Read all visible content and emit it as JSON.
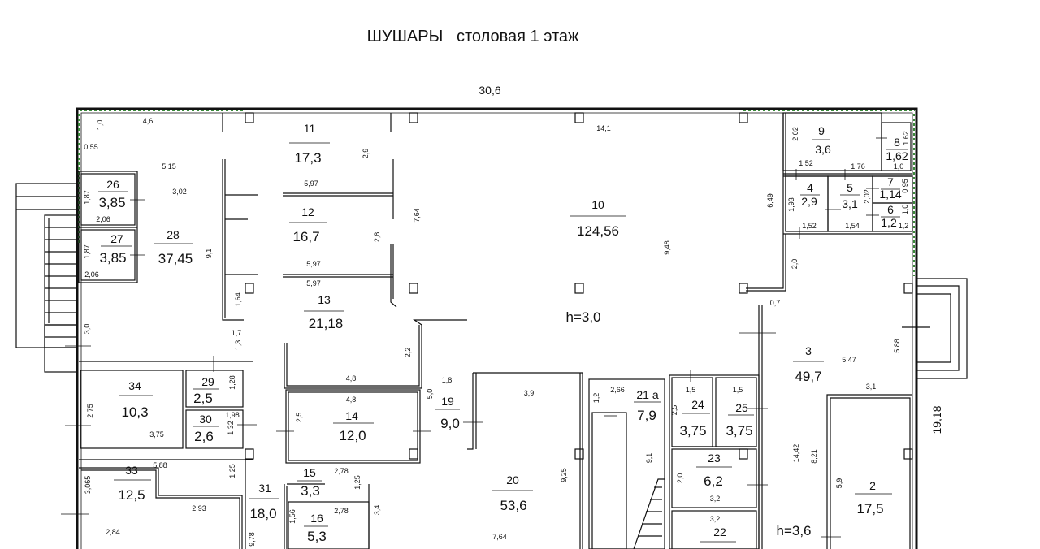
{
  "title": "ШУШАРЫ   столовая 1 этаж",
  "overall_width": "30,6",
  "overall_height": "19,18",
  "ceiling": [
    "h=3,0",
    "h=3,6"
  ],
  "rooms": [
    {
      "no": "11",
      "area": "17,3"
    },
    {
      "no": "12",
      "area": "16,7"
    },
    {
      "no": "13",
      "area": "21,18"
    },
    {
      "no": "10",
      "area": "124,56"
    },
    {
      "no": "9",
      "area": "3,6"
    },
    {
      "no": "8",
      "area": "1,62"
    },
    {
      "no": "4",
      "area": "2,9"
    },
    {
      "no": "5",
      "area": "3,1"
    },
    {
      "no": "7",
      "area": "1,14"
    },
    {
      "no": "6",
      "area": "1,2"
    },
    {
      "no": "26",
      "area": "3,85"
    },
    {
      "no": "27",
      "area": "3,85"
    },
    {
      "no": "28",
      "area": "37,45"
    },
    {
      "no": "3",
      "area": "49,7"
    },
    {
      "no": "34",
      "area": "10,3"
    },
    {
      "no": "29",
      "area": "2,5"
    },
    {
      "no": "30",
      "area": "2,6"
    },
    {
      "no": "14",
      "area": "12,0"
    },
    {
      "no": "19",
      "area": "9,0"
    },
    {
      "no": "21 а",
      "area": "7,9"
    },
    {
      "no": "24",
      "area": "3,75"
    },
    {
      "no": "25",
      "area": "3,75"
    },
    {
      "no": "23",
      "area": "6,2"
    },
    {
      "no": "2",
      "area": "17,5"
    },
    {
      "no": "20",
      "area": "53,6"
    },
    {
      "no": "33",
      "area": "12,5"
    },
    {
      "no": "31",
      "area": "18,0"
    },
    {
      "no": "15",
      "area": "3,3"
    },
    {
      "no": "16",
      "area": "5,3"
    },
    {
      "no": "22",
      "area": ""
    }
  ],
  "dims": [
    "4,6",
    "1,0",
    "0,55",
    "5,15",
    "3,02",
    "1,87",
    "2,06",
    "1,87",
    "2,06",
    "9,1",
    "2,9",
    "5,97",
    "7,64",
    "5,97",
    "5,97",
    "2,8",
    "1,64",
    "1,7",
    "1,3",
    "3,0",
    "14,1",
    "2,02",
    "1,62",
    "1,0",
    "1,52",
    "1,76",
    "0,95",
    "1,93",
    "1,52",
    "1,54",
    "2,02",
    "1,0",
    "1,2",
    "6,49",
    "9,48",
    "2,0",
    "0,7",
    "5,47",
    "5,88",
    "3,1",
    "2,2",
    "1,8",
    "4,8",
    "4,8",
    "5,0",
    "2,5",
    "1,28",
    "1,98",
    "1,32",
    "2,75",
    "3,75",
    "5,88",
    "3,065",
    "1,25",
    "2,84",
    "2,93",
    "2,78",
    "1,25",
    "1,56",
    "2,78",
    "3,4",
    "9,78",
    "3,9",
    "9,25",
    "7,64",
    "2,66",
    "1,2",
    "9,1",
    "1,5",
    "1,5",
    "2,5",
    "2,0",
    "3,2",
    "3,2",
    "14,42",
    "8,21",
    "5,9"
  ]
}
